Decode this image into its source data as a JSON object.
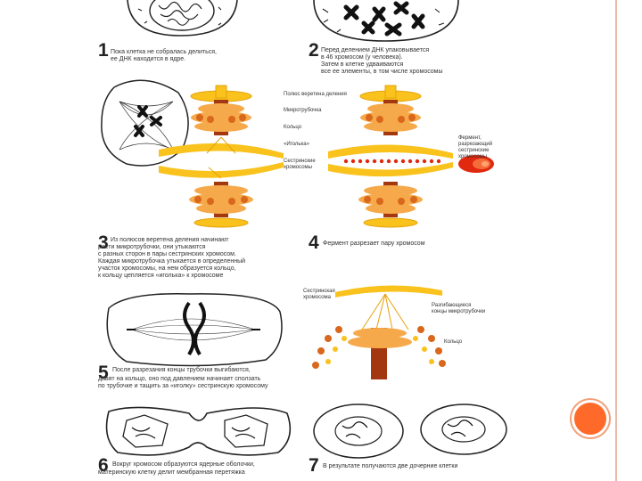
{
  "colors": {
    "accent": "#ff6a2a",
    "spindle": "#f9c21c",
    "ring_light": "#f6a94a",
    "ring_dark": "#d9671c",
    "tube": "#a3370f",
    "enzyme": "#e0290f"
  },
  "steps": [
    {
      "num": "1",
      "text_lines": [
        "Пока клетка не собралась делиться,",
        "ее ДНК находится в ядре."
      ]
    },
    {
      "num": "2",
      "text_lines": [
        "Перед делением ДНК упаковывается",
        "в 46 хромосом (у человека).",
        "Затем в клетке удваиваются",
        "все ее элементы, в том числе хромосомы"
      ]
    },
    {
      "num": "3",
      "text_lines": [
        "Из полюсов веретена деления начинают",
        "расти микротрубочки, они утыкаются",
        "с разных сторон в пары сестринских хромосом.",
        "Каждая микротрубочка утыкается в определенный",
        "участок хромосомы, на нем образуется кольцо,",
        "к кольцу цепляется «иголька» к хромосоме"
      ]
    },
    {
      "num": "4",
      "text_lines": [
        "Фермент разрезает пару хромосом"
      ]
    },
    {
      "num": "5",
      "text_lines": [
        "После разрезания концы трубочки выгибаются,",
        "давят на кольцо, оно под давлением начинает сползать",
        "по трубочке и тащить за «иголку» сестринскую хромосому"
      ]
    },
    {
      "num": "6",
      "text_lines": [
        "Вокруг хромосом образуются ядерные оболочки,",
        "материнскую клетку делит мембранная перетяжка"
      ]
    },
    {
      "num": "7",
      "text_lines": [
        "В результате получаются две дочерние клетки"
      ]
    }
  ],
  "callouts": {
    "spindle_pole": "Полюс веретена деления",
    "microtubule": "Микротрубочка",
    "ring": "Кольцо",
    "needle": "«Иголька»",
    "sister_chromosomes": [
      "Сестринские",
      "хромосомы"
    ],
    "enzyme": [
      "Фермент,",
      "разрезающий",
      "сестринские",
      "хромосомы"
    ],
    "sister_chromosome": [
      "Сестринская",
      "хромосома"
    ],
    "bending_ends": [
      "Разгибающиеся",
      "концы микротрубочки"
    ],
    "ring2": "Кольцо"
  }
}
